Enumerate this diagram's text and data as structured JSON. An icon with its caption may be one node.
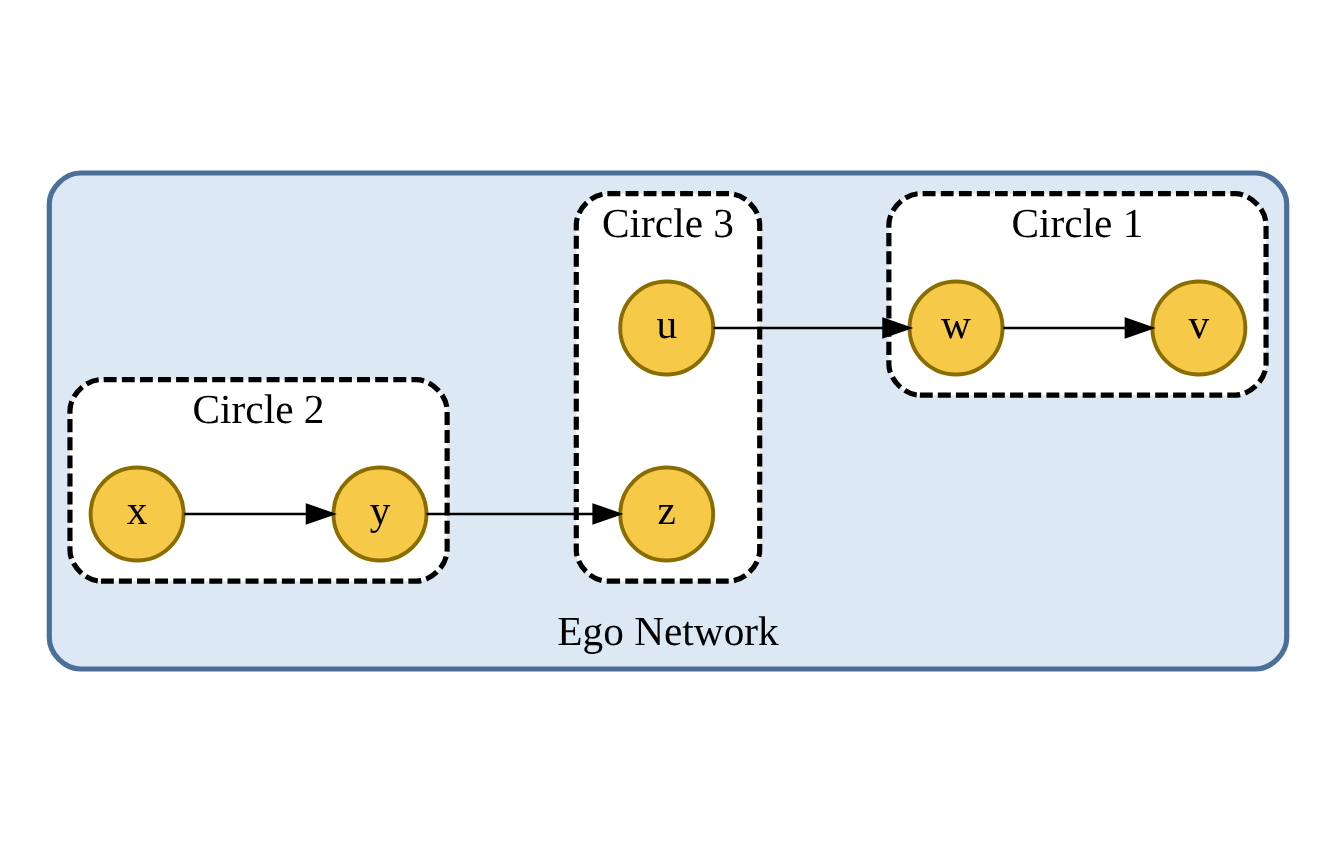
{
  "diagram": {
    "nodes": [
      {
        "text": [
          "Ego Network"
        ]
      },
      {
        "text": [
          "Circle 1"
        ],
        "in": 0
      },
      {
        "text": [
          "w"
        ],
        "in": 1
      },
      {
        "text": [
          "v"
        ],
        "in": 1
      },
      {
        "text": [
          "Circle 2"
        ],
        "in": 0
      },
      {
        "text": [
          "x"
        ],
        "in": 4
      },
      {
        "text": [
          "y"
        ],
        "in": 4
      },
      {
        "text": [
          "Circle 3"
        ],
        "in": 0
      },
      {
        "text": [
          "u"
        ],
        "in": 7
      },
      {
        "text": [
          "z"
        ],
        "in": 7
      }
    ],
    "edges": [
      {
        "from": 2,
        "to": 3,
        "arrow": "to"
      },
      {
        "from": 8,
        "to": 2,
        "arrow": "to"
      },
      {
        "from": 5,
        "to": 6,
        "arrow": "to"
      },
      {
        "from": 6,
        "to": 9,
        "arrow": "to"
      }
    ]
  }
}
